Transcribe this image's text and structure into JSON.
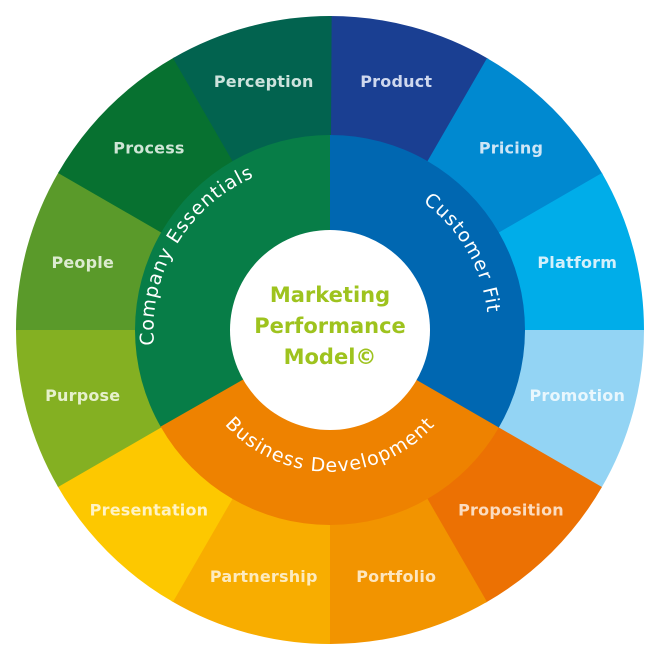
{
  "title": "Marketing Performance Model wheel",
  "center": {
    "lines": [
      "Marketing",
      "Performance",
      "Model©"
    ],
    "text_color": "#9ec31e",
    "background": "#ffffff"
  },
  "inner_ring": [
    {
      "label": "Company Essentials",
      "color": "#077d47"
    },
    {
      "label": "Customer Fit",
      "color": "#0067b1"
    },
    {
      "label": "Business Development",
      "color": "#ee8200"
    }
  ],
  "outer_ring": [
    {
      "label": "Product",
      "color": "#1a3f92",
      "text_color": "#cfd8ee"
    },
    {
      "label": "Pricing",
      "color": "#0089d0",
      "text_color": "#cfe6f6"
    },
    {
      "label": "Platform",
      "color": "#00ade9",
      "text_color": "#d3f0fb"
    },
    {
      "label": "Promotion",
      "color": "#93d4f4",
      "text_color": "#e9f7fd"
    },
    {
      "label": "Proposition",
      "color": "#ec7103",
      "text_color": "#fbdcc0"
    },
    {
      "label": "Portfolio",
      "color": "#f29400",
      "text_color": "#fde6c0"
    },
    {
      "label": "Partnership",
      "color": "#f8ad00",
      "text_color": "#fdebbf"
    },
    {
      "label": "Presentation",
      "color": "#fdc800",
      "text_color": "#fff3c4"
    },
    {
      "label": "Purpose",
      "color": "#84b022",
      "text_color": "#e6f0cc"
    },
    {
      "label": "People",
      "color": "#5a9a2a",
      "text_color": "#dcebd0"
    },
    {
      "label": "Process",
      "color": "#077130",
      "text_color": "#cfe6d6"
    },
    {
      "label": "Perception",
      "color": "#02634f",
      "text_color": "#cde3dd"
    }
  ]
}
